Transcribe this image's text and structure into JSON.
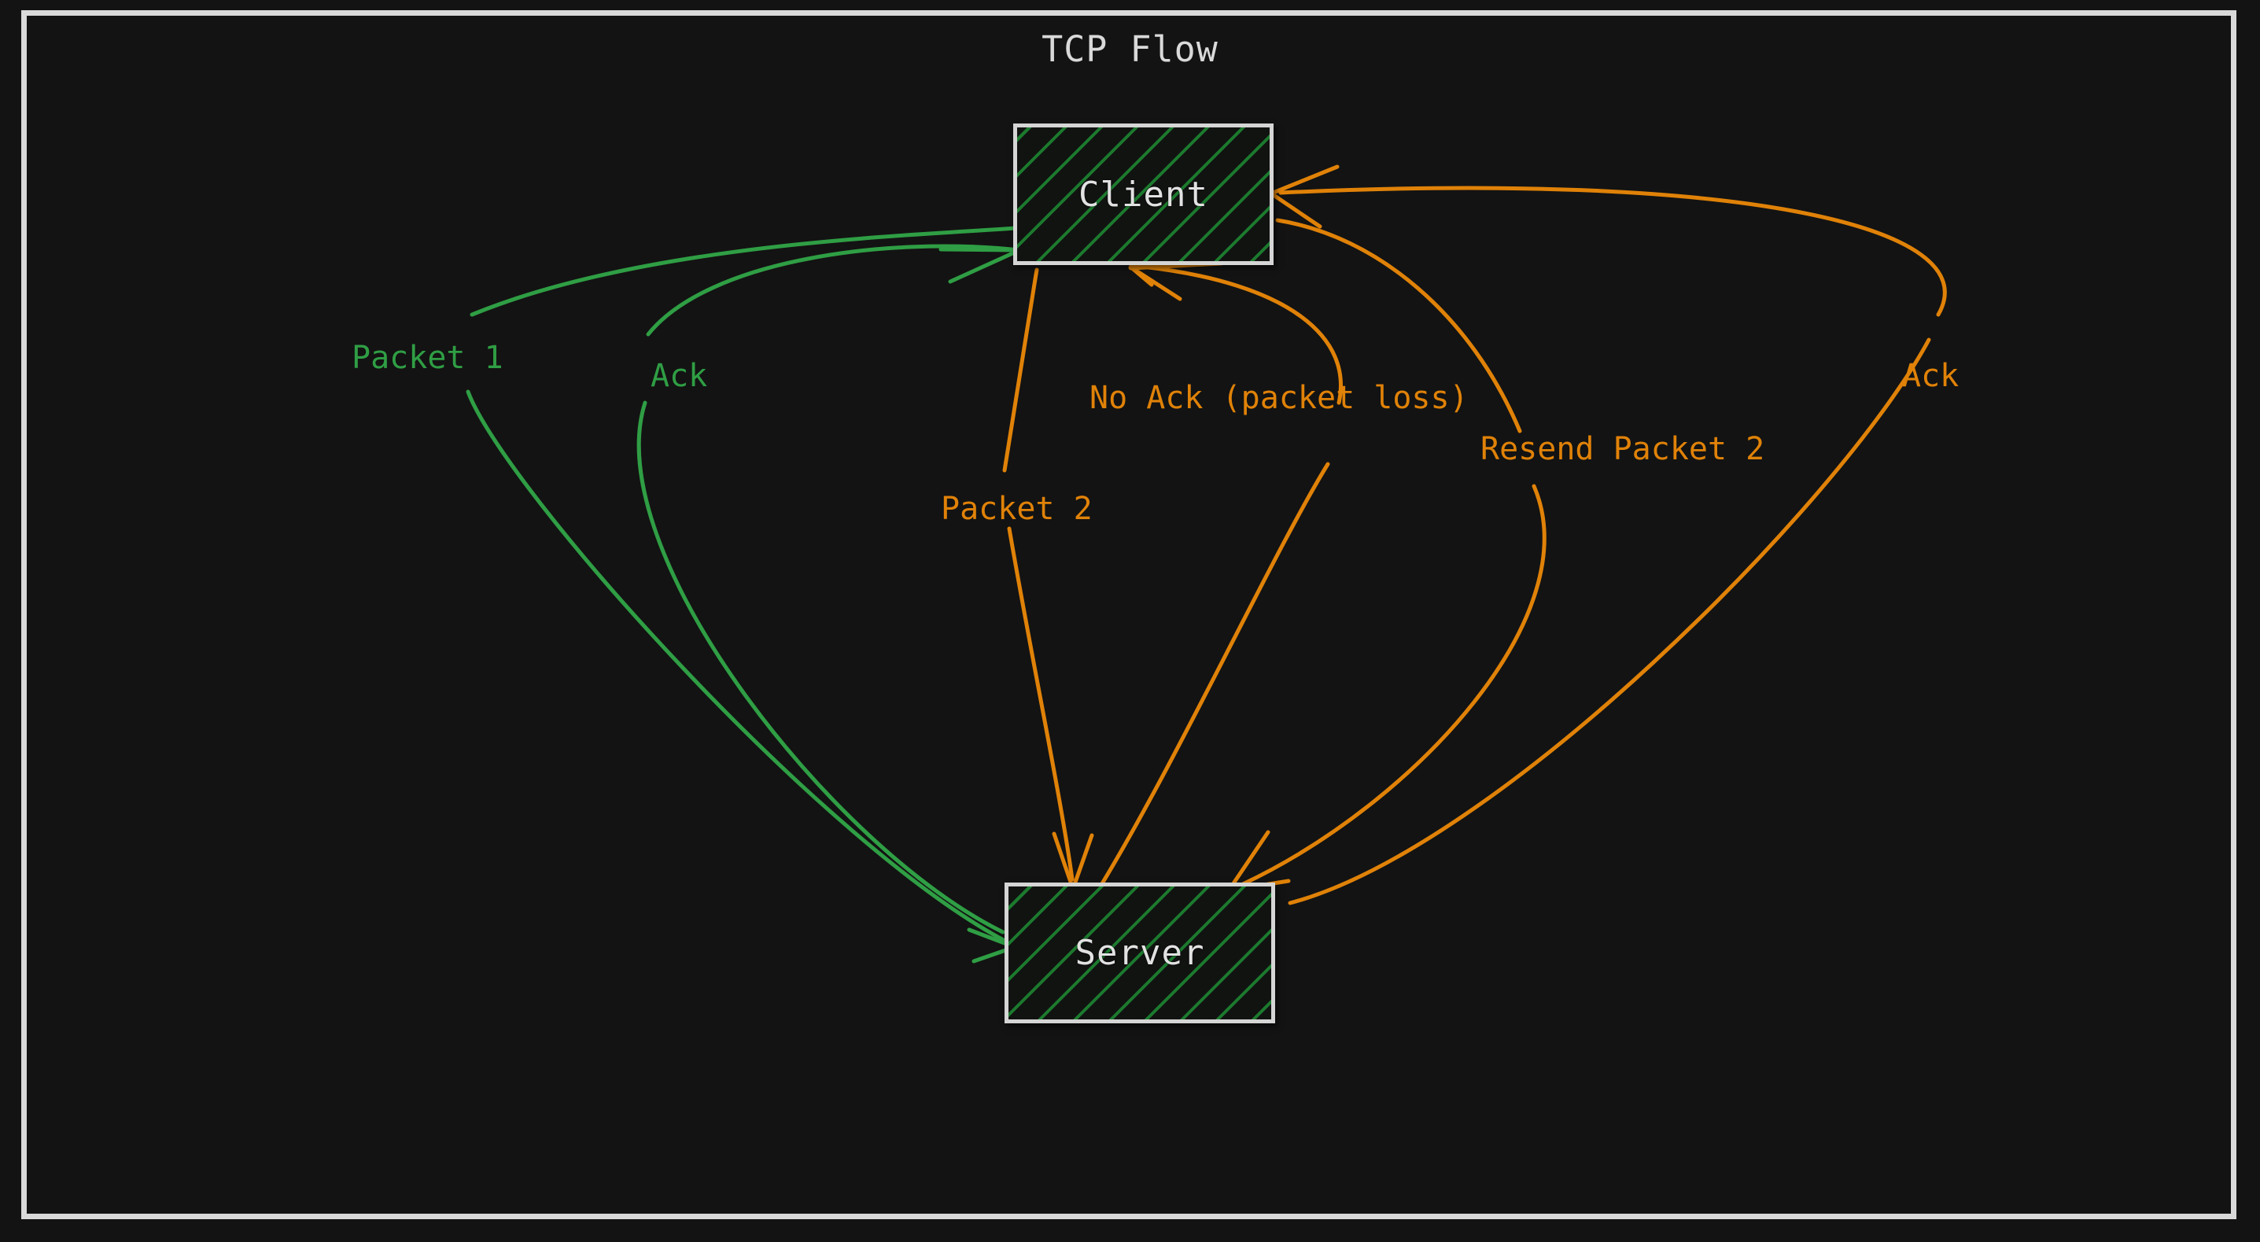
{
  "diagram": {
    "title": "TCP Flow",
    "type": "sequence-flow",
    "background_color": "#131313",
    "frame_color": "#d9d9d9",
    "colors": {
      "success_green": "#2f9e44",
      "warning_orange": "#e08208",
      "node_border": "#d5d5d5",
      "node_text": "#e2e2e2",
      "node_hatch": "#1c8030"
    },
    "nodes": [
      {
        "id": "client",
        "label": "Client"
      },
      {
        "id": "server",
        "label": "Server"
      }
    ],
    "edges": [
      {
        "id": "e1",
        "label": "Packet 1",
        "from": "client",
        "to": "server",
        "color": "#2f9e44",
        "status": "success"
      },
      {
        "id": "e2",
        "label": "Ack",
        "from": "server",
        "to": "client",
        "color": "#2f9e44",
        "status": "success"
      },
      {
        "id": "e3",
        "label": "Packet 2",
        "from": "client",
        "to": "server",
        "color": "#e08208",
        "status": "warning"
      },
      {
        "id": "e4",
        "label": "No Ack (packet loss)",
        "from": "server",
        "to": "client",
        "color": "#e08208",
        "status": "warning"
      },
      {
        "id": "e5",
        "label": "Resend Packet 2",
        "from": "client",
        "to": "server",
        "color": "#e08208",
        "status": "warning"
      },
      {
        "id": "e6",
        "label": "Ack",
        "from": "server",
        "to": "client",
        "color": "#e08208",
        "status": "warning"
      }
    ]
  }
}
